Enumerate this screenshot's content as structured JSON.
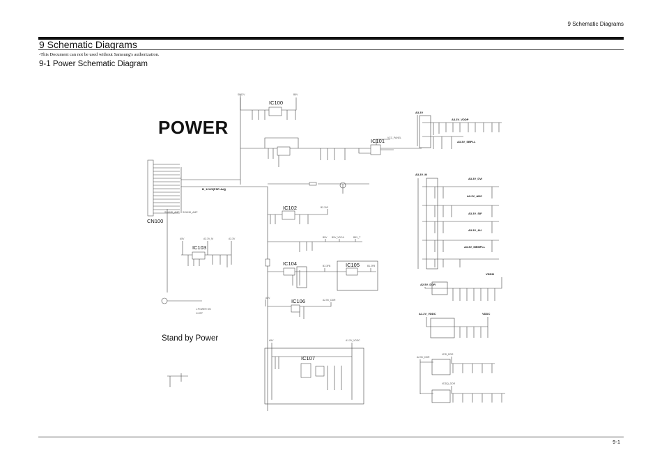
{
  "header": {
    "section": "9 Schematic Diagrams"
  },
  "title": "9 Schematic Diagrams",
  "notice": "-This Document can not be used without Samsung's authorization.",
  "subtitle": "9-1 Power Schematic Diagram",
  "blocks": {
    "power": "POWER",
    "standby": "Stand by Power"
  },
  "ics": {
    "ic100": "IC100",
    "ic101": "IC101",
    "ic102": "IC102",
    "ic103": "IC103",
    "ic104": "IC104",
    "ic105": "IC105",
    "ic106": "IC106",
    "ic107": "IC107",
    "cn100": "CN100"
  },
  "nets": {
    "sp12v": "SP12V",
    "b5v": "B5V",
    "vcc_panel": "VCC_PANEL",
    "b12v": "B_12V/5(PSP-Adj)",
    "b33v0": "B3.3V0",
    "a5v": "A5V",
    "a33v_m": "A3.3V_M",
    "a33": "A3.3V",
    "b5v_2": "B5V",
    "b5v_vdca": "B5V_VDCA",
    "b5v_t": "B5V_T",
    "b33fb": "B3.3FB",
    "b12fb": "B1.2FB",
    "a5v_2": "A5V",
    "a25v_ddr": "A2.5V_DDR",
    "a5v_3": "A5V",
    "a12v_vddc": "A1.2V_VDDC",
    "sound1": "SOUND_AMP",
    "sound2": "SOUND_AMP",
    "lpower": "L:POWER ON",
    "hoff": "H:OFF",
    "r_a33v": "A3.3V",
    "r_vddp": "A3.3V_VDDP",
    "r_sbpll": "A3.3V_SBPLL",
    "r_a33m": "A3.3V_M",
    "r_dvi": "A3.3V_DVI",
    "r_adc": "A3.3V_ADC",
    "r_sif": "A3.3V_SIF",
    "r_au": "A3.3V_AU",
    "r_mempll": "A3.3V_MEMPLL",
    "r_a25ddr": "A2.5V_DDR",
    "r_vddm": "VDDM",
    "r_a12vddc": "A1.2V_VDDC",
    "r_vddc": "VDDC",
    "r_a25ddr2": "A2.5V_DDR",
    "r_vdd_ddr": "VDD_DDR",
    "r_vddq_ddr": "VDDQ_DDR"
  },
  "footer": {
    "page": "9-1"
  }
}
